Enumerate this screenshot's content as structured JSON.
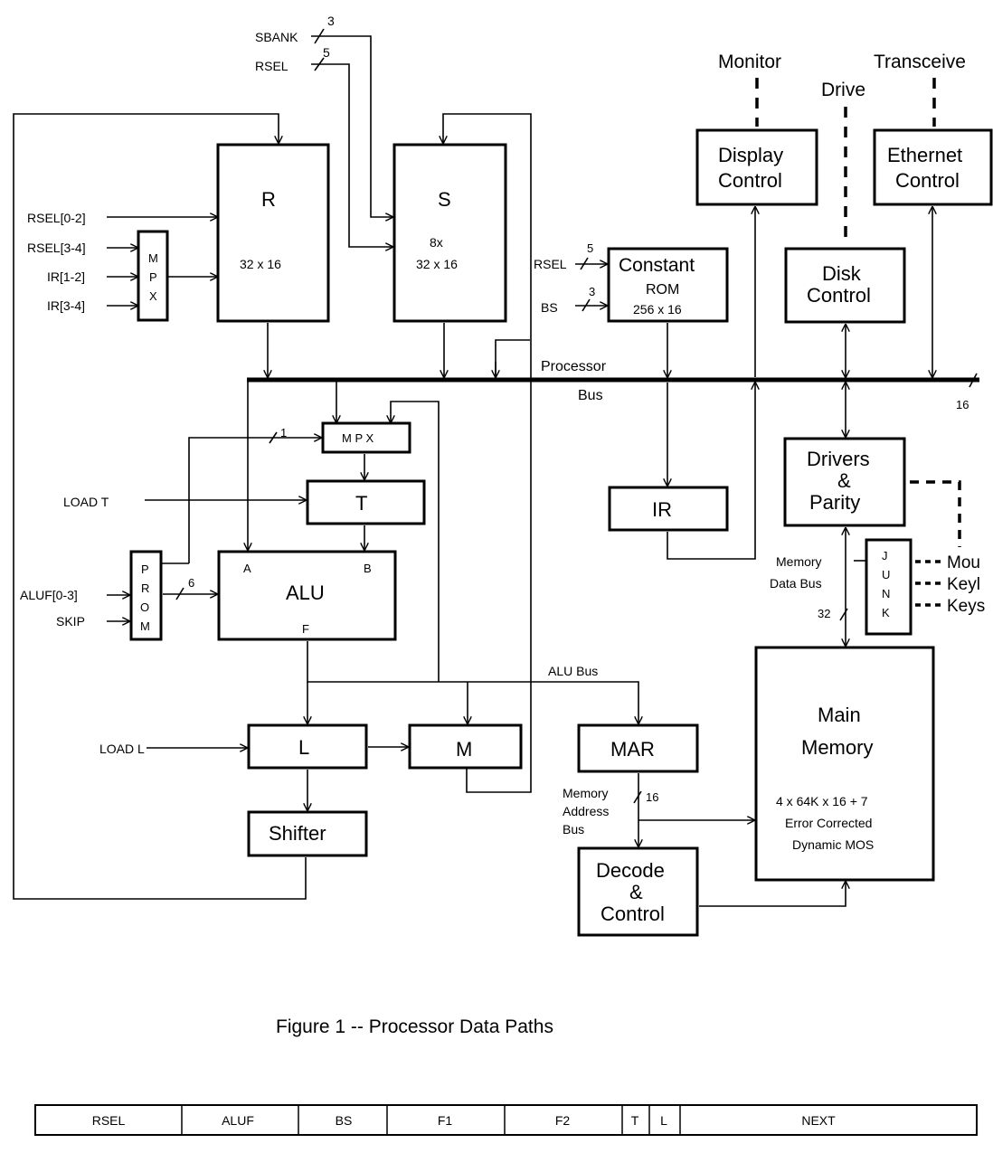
{
  "figure": {
    "caption": "Figure 1 -- Processor Data Paths",
    "inputs": {
      "sbank": "SBANK",
      "sbank_width": "3",
      "rsel_top": "RSEL",
      "rsel_top_width": "5",
      "rsel_0_2": "RSEL[0-2]",
      "rsel_3_4": "RSEL[3-4]",
      "ir_1_2": "IR[1-2]",
      "ir_3_4": "IR[3-4]",
      "rsel_const": "RSEL",
      "rsel_const_width": "5",
      "bs": "BS",
      "bs_width": "3",
      "load_t": "LOAD T",
      "aluf": "ALUF[0-3]",
      "skip": "SKIP",
      "load_l": "LOAD L",
      "prom_width": "6",
      "mpx_width": "1"
    },
    "blocks": {
      "r_name": "R",
      "r_size": "32 x 16",
      "s_name": "S",
      "s_mult": "8x",
      "s_size": "32 x 16",
      "mpx_left": [
        "M",
        "P",
        "X"
      ],
      "mpx_t": "M P X",
      "t": "T",
      "prom": [
        "P",
        "R",
        "O",
        "M"
      ],
      "alu": "ALU",
      "alu_a": "A",
      "alu_b": "B",
      "alu_f": "F",
      "l": "L",
      "m": "M",
      "shifter": "Shifter",
      "const_title": "Constant",
      "const_sub": "ROM",
      "const_size": "256 x 16",
      "ir": "IR",
      "mar": "MAR",
      "decode": [
        "Decode",
        "&",
        "Control"
      ],
      "display": [
        "Display",
        "Control"
      ],
      "ethernet": [
        "Ethernet",
        "Control"
      ],
      "disk": [
        "Disk",
        "Control"
      ],
      "drivers": [
        "Drivers",
        "&",
        "Parity"
      ],
      "junk": [
        "J",
        "U",
        "N",
        "K"
      ],
      "main_memory": [
        "Main",
        "Memory"
      ],
      "main_memory_spec": [
        "4 x 64K x 16  +  7",
        "Error Corrected",
        "Dynamic MOS"
      ]
    },
    "buses": {
      "processor": "Processor",
      "bus": "Bus",
      "processor_width": "16",
      "alu_bus": "ALU Bus",
      "memory_data": [
        "Memory",
        "Data Bus"
      ],
      "memory_data_width": "32",
      "memory_address": [
        "Memory",
        "Address",
        "Bus"
      ],
      "memory_address_width": "16"
    },
    "external": {
      "monitor": "Monitor",
      "drive": "Drive",
      "transceiver": "Transceive",
      "mouse": "Mou",
      "keyboard": "Keyl",
      "keyset": "Keys"
    }
  },
  "microinstruction_fields": [
    "RSEL",
    "ALUF",
    "BS",
    "F1",
    "F2",
    "T",
    "L",
    "NEXT"
  ]
}
